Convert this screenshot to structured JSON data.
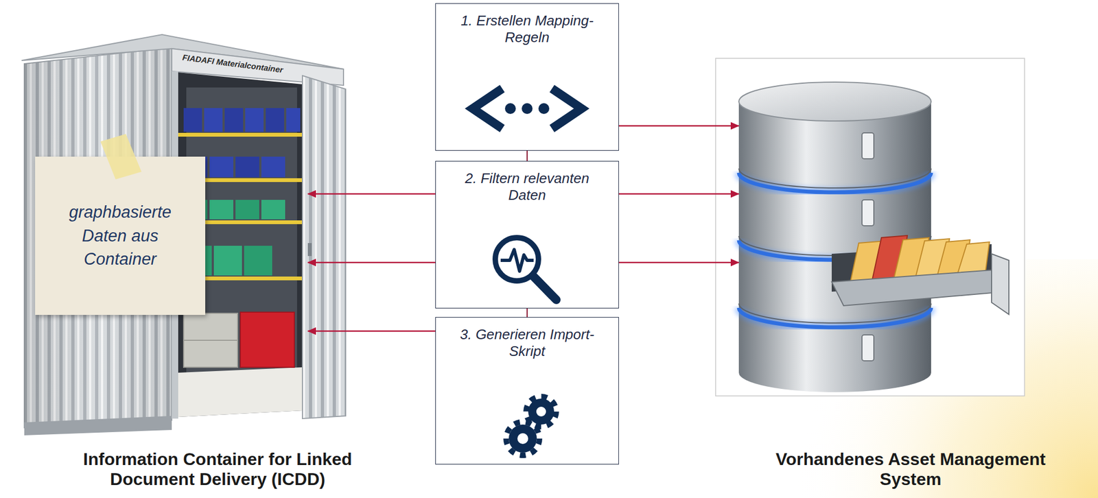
{
  "diagram": {
    "nodes": [
      {
        "text": [
          "Information Container for Linked Document Delivery (ICDD)"
        ]
      },
      {
        "text": [
          "graphbasierte Daten aus Container"
        ],
        "in": 0
      },
      {
        "text": [
          "1. Erstellen Mapping-Regeln"
        ]
      },
      {
        "text": [
          "2. Filtern relevanten Daten"
        ]
      },
      {
        "text": [
          "3. Generieren Import-Skript"
        ]
      },
      {
        "text": [
          "Vorhandenes Asset Management System"
        ]
      }
    ],
    "edges": [
      {
        "from": 2,
        "to": 5,
        "arrow": "to"
      },
      {
        "from": 3,
        "to": 5,
        "arrow": "to"
      },
      {
        "from": 3,
        "to": 5,
        "arrow": "to"
      },
      {
        "from": 3,
        "to": 0,
        "arrow": "to"
      },
      {
        "from": 3,
        "to": 0,
        "arrow": "to"
      },
      {
        "from": 4,
        "to": 0,
        "arrow": "to"
      },
      {
        "from": 2,
        "to": 3,
        "arrow": "none"
      },
      {
        "from": 3,
        "to": 4,
        "arrow": "none"
      }
    ],
    "labels": [
      "FIADAFI Materialcontainer"
    ]
  }
}
